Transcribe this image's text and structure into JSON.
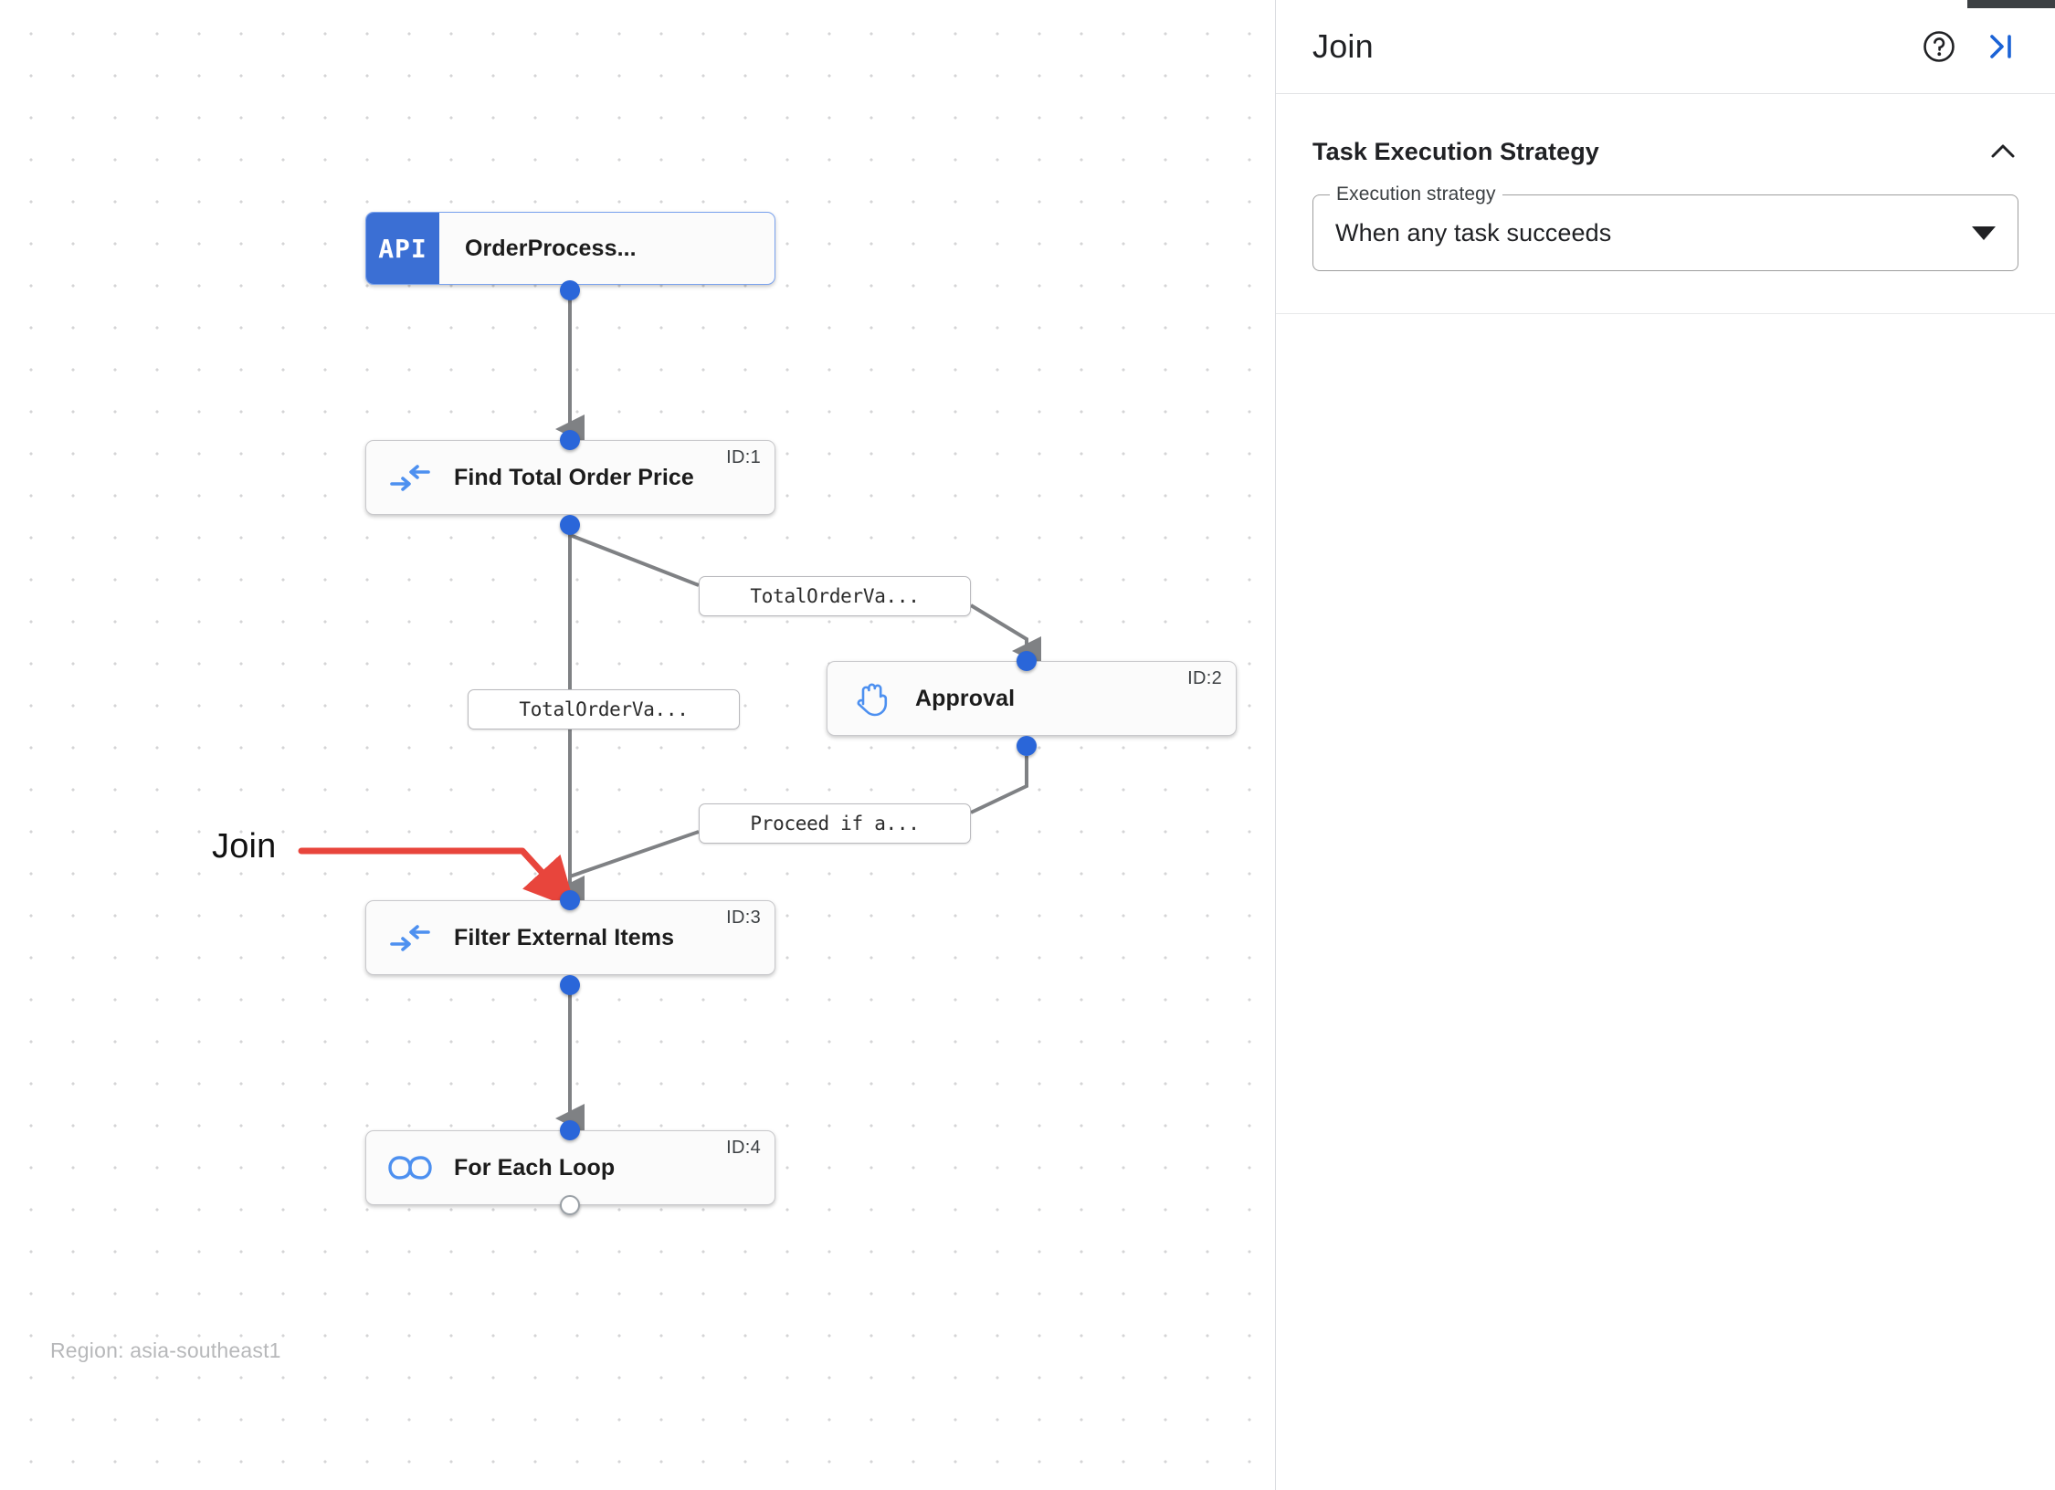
{
  "canvas": {
    "region_label": "Region: asia-southeast1",
    "annotation": {
      "text": "Join",
      "color": "#e8453c"
    },
    "nodes": [
      {
        "id": "start",
        "kind": "api",
        "badge": "API",
        "title": "OrderProcess...",
        "id_label": "",
        "icon": "api-badge-icon"
      },
      {
        "id": "task1",
        "kind": "task",
        "badge": "",
        "title": "Find Total Order Price",
        "id_label": "ID:1",
        "icon": "merge-arrows-icon"
      },
      {
        "id": "task2",
        "kind": "task",
        "badge": "",
        "title": "Approval",
        "id_label": "ID:2",
        "icon": "hand-icon"
      },
      {
        "id": "task3",
        "kind": "task",
        "badge": "",
        "title": "Filter External Items",
        "id_label": "ID:3",
        "icon": "merge-arrows-icon"
      },
      {
        "id": "task4",
        "kind": "task",
        "badge": "",
        "title": "For Each Loop",
        "id_label": "ID:4",
        "icon": "infinity-icon"
      }
    ],
    "edge_labels": [
      {
        "id": "e1",
        "text": "TotalOrderVa..."
      },
      {
        "id": "e2",
        "text": "TotalOrderVa..."
      },
      {
        "id": "e3",
        "text": "Proceed if a..."
      }
    ],
    "colors": {
      "accent": "#3b6fd4",
      "port": "#2a66d9",
      "edge": "#7f8184",
      "icon": "#4d90f0"
    }
  },
  "panel": {
    "title": "Join",
    "help_icon": "help-circle-icon",
    "collapse_icon": "collapse-panel-icon",
    "section": {
      "title": "Task Execution Strategy",
      "chevron": "chevron-up-icon",
      "field": {
        "label": "Execution strategy",
        "value": "When any task succeeds",
        "arrow": "dropdown-arrow-icon"
      }
    }
  }
}
